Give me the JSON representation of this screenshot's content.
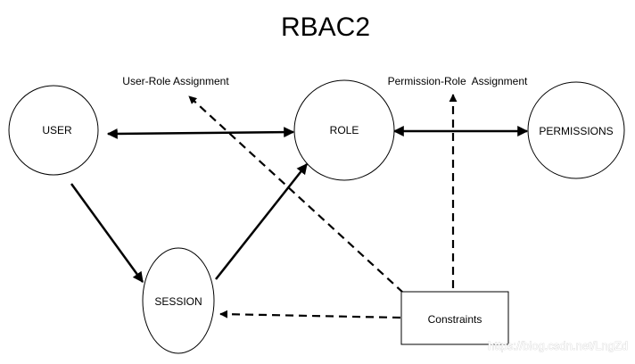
{
  "title": "RBAC2",
  "nodes": {
    "user": "USER",
    "role": "ROLE",
    "permissions": "PERMISSIONS",
    "session": "SESSION",
    "constraints": "Constraints"
  },
  "edge_labels": {
    "user_role_assignment": "User-Role Assignment",
    "permission_role_assignment": "Permission-Role  Assignment"
  },
  "watermark": "https://blog.csdn.net/LngZd",
  "colors": {
    "stroke": "#000000",
    "background": "#ffffff"
  }
}
